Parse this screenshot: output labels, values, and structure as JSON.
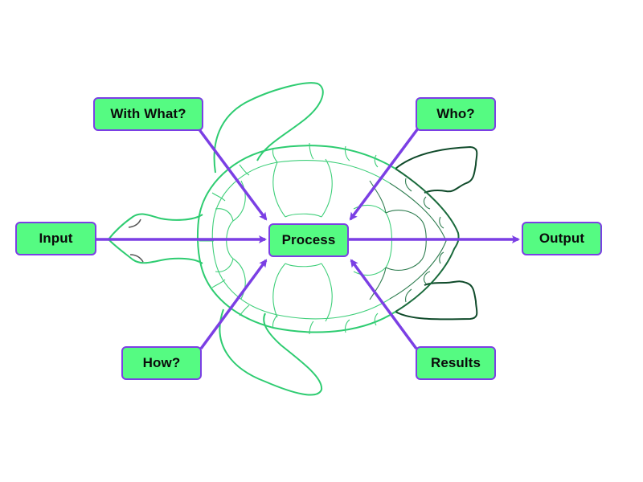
{
  "diagram": {
    "title": "Turtle Diagram",
    "center": {
      "label": "Process"
    },
    "nodes": {
      "input": "Input",
      "output": "Output",
      "with_what": "With What?",
      "who": "Who?",
      "how": "How?",
      "results": "Results"
    },
    "colors": {
      "node_fill": "#55fb82",
      "node_border": "#7b3fe4",
      "arrow": "#7b3fe4",
      "turtle_outline": "#2ecc71",
      "turtle_rear": "#1a6b3c"
    },
    "connections": [
      {
        "from": "Input",
        "to": "Process"
      },
      {
        "from": "With What?",
        "to": "Process"
      },
      {
        "from": "Who?",
        "to": "Process"
      },
      {
        "from": "How?",
        "to": "Process"
      },
      {
        "from": "Results",
        "to": "Process"
      },
      {
        "from": "Process",
        "to": "Output"
      }
    ]
  }
}
